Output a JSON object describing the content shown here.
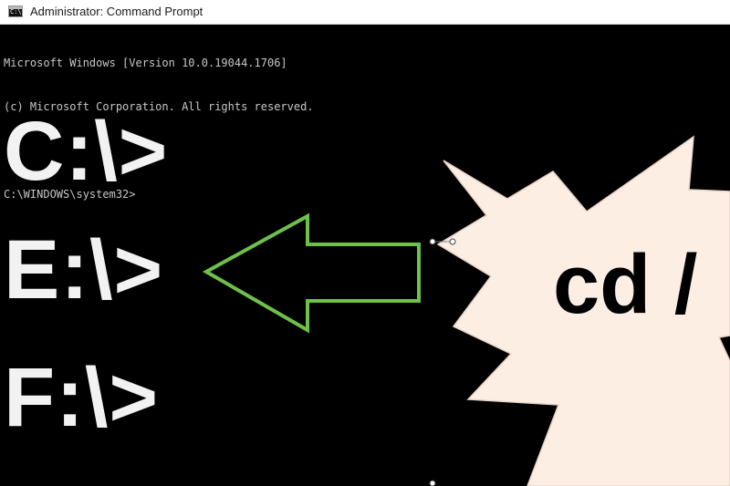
{
  "window": {
    "title": "Administrator: Command Prompt",
    "icon": "cmd-icon",
    "icon_glyph": "C:\\."
  },
  "console": {
    "lines": [
      "Microsoft Windows [Version 10.0.19044.1706]",
      "(c) Microsoft Corporation. All rights reserved.",
      "",
      "C:\\WINDOWS\\system32>"
    ]
  },
  "drives": [
    "C:\\>",
    "E:\\>",
    "F:\\>"
  ],
  "burst": {
    "text": "cd /",
    "fill": "#fdeee4"
  },
  "arrow": {
    "direction": "left",
    "stroke": "#6fc04a"
  },
  "colors": {
    "console_bg": "#000000",
    "console_text": "#c7c7c7",
    "prompt_text": "#f2f2f2",
    "titlebar_bg": "#ffffff"
  }
}
